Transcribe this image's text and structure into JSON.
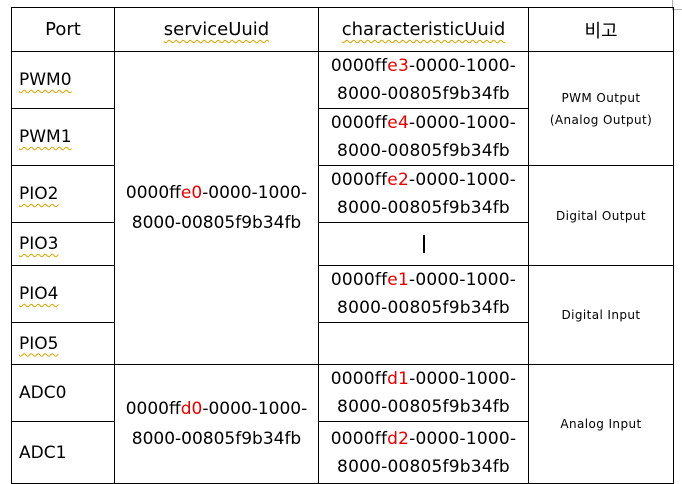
{
  "headers": {
    "port": "Port",
    "service": "serviceUuid",
    "characteristic": "characteristicUuid",
    "note": "비고"
  },
  "rows": [
    {
      "port": "PWM0",
      "char_pre": "0000ff",
      "char_red": "e3",
      "char_post": "-0000-1000-",
      "char_line2": "8000-00805f9b34fb"
    },
    {
      "port": "PWM1",
      "char_pre": "0000ff",
      "char_red": "e4",
      "char_post": "-0000-1000-",
      "char_line2": "8000-00805f9b34fb"
    },
    {
      "port": "PIO2",
      "char_pre": "0000ff",
      "char_red": "e2",
      "char_post": "-0000-1000-",
      "char_line2": "8000-00805f9b34fb"
    },
    {
      "port": "PIO3"
    },
    {
      "port": "PIO4",
      "char_pre": "0000ff",
      "char_red": "e1",
      "char_post": "-0000-1000-",
      "char_line2": "8000-00805f9b34fb"
    },
    {
      "port": "PIO5"
    },
    {
      "port": "ADC0",
      "char_pre": "0000ff",
      "char_red": "d1",
      "char_post": "-0000-1000-",
      "char_line2": "8000-00805f9b34fb"
    },
    {
      "port": "ADC1",
      "char_pre": "0000ff",
      "char_red": "d2",
      "char_post": "-0000-1000-",
      "char_line2": "8000-00805f9b34fb"
    }
  ],
  "services": [
    {
      "pre": "0000ff",
      "red": "e0",
      "post": "-0000-1000-",
      "line2": "8000-00805f9b34fb"
    },
    {
      "pre": "0000ff",
      "red": "d0",
      "post": "-0000-1000-",
      "line2": "8000-00805f9b34fb"
    }
  ],
  "notes": {
    "pwm_line1": "PWM Output",
    "pwm_line2": "(Analog Output)",
    "digital_output": "Digital Output",
    "digital_input": "Digital Input",
    "analog_input": "Analog Input"
  },
  "colors": {
    "highlight": "#e00000",
    "spellcheck": "#d4a400",
    "border": "#000000"
  }
}
